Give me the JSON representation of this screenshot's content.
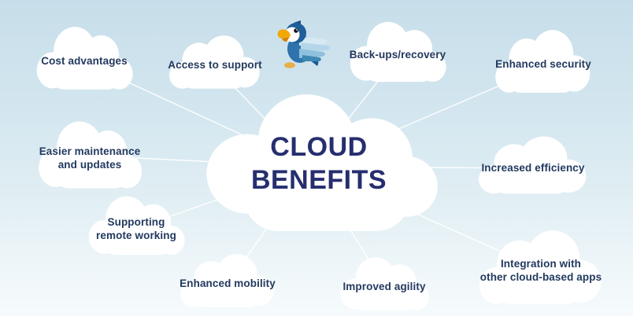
{
  "diagram": {
    "title": "Cloud benefits mind map",
    "center": {
      "line1": "CLOUD",
      "line2": "BENEFITS"
    },
    "nodes": [
      {
        "id": "cost-advantages",
        "label": "Cost advantages"
      },
      {
        "id": "access-to-support",
        "label": "Access to support"
      },
      {
        "id": "backups-recovery",
        "label": "Back-ups/recovery"
      },
      {
        "id": "enhanced-security",
        "label": "Enhanced security"
      },
      {
        "id": "easier-maintenance",
        "label": "Easier maintenance\nand updates"
      },
      {
        "id": "increased-efficiency",
        "label": "Increased efficiency"
      },
      {
        "id": "supporting-remote",
        "label": "Supporting\nremote working"
      },
      {
        "id": "enhanced-mobility",
        "label": "Enhanced mobility"
      },
      {
        "id": "improved-agility",
        "label": "Improved agility"
      },
      {
        "id": "integration-apps",
        "label": "Integration with\nother cloud-based apps"
      }
    ],
    "icon": {
      "name": "bird-icon",
      "glyph": "blue-parrot"
    },
    "colors": {
      "background_top": "#c7deea",
      "background_bottom": "#f6fafc",
      "cloud_fill": "#ffffff",
      "connector_line": "#ffffff",
      "label_text": "#22395f",
      "center_text": "#262e6e",
      "bird_body_blue": "#2f73ad",
      "bird_head_blue": "#1f5f9a",
      "bird_beak_orange": "#f3a702",
      "bird_wing_light": "#d7e9f3",
      "bird_wing_teal": "#3d89b4",
      "bird_feet": "#e8b04a"
    }
  }
}
